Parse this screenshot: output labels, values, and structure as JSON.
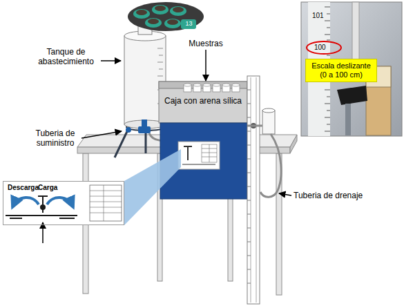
{
  "diagram": {
    "nodes": [
      {
        "text": [
          "Caja con arena sílica"
        ]
      },
      {
        "text": [
          "Escala deslizante (0 a 100 cm)"
        ]
      },
      {
        "text": [
          "Descarga",
          "Carga"
        ]
      }
    ],
    "labels": [
      "Tanque de abastecimiento",
      "Muestras",
      "Tuberia de suministro",
      "Tuberia de drenaje",
      "101",
      "100",
      "13"
    ]
  }
}
